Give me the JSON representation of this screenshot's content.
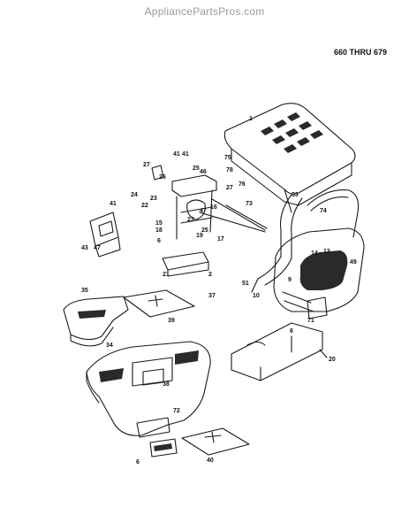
{
  "header": {
    "site": "AppliancePartsPros.com"
  },
  "diagram": {
    "model_range": "660 THRU 679",
    "callouts": [
      "1",
      "2",
      "6",
      "6",
      "6",
      "9",
      "10",
      "13",
      "14",
      "15",
      "16",
      "17",
      "18",
      "19",
      "20",
      "21",
      "22",
      "23",
      "23",
      "24",
      "25",
      "25",
      "26",
      "27",
      "27",
      "33",
      "34",
      "35",
      "37",
      "38",
      "39",
      "40",
      "41",
      "41",
      "41",
      "43",
      "46",
      "47",
      "47",
      "49",
      "51",
      "71",
      "72",
      "73",
      "74",
      "75",
      "76",
      "78"
    ]
  }
}
